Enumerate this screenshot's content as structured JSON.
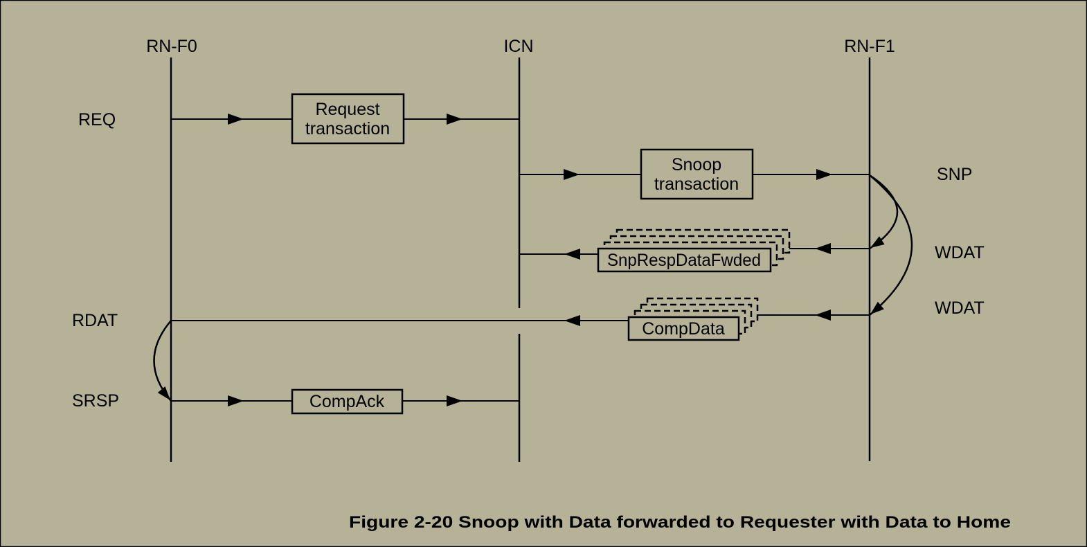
{
  "figure_caption": "Figure 2-20 Snoop with Data forwarded to Requester with Data to Home",
  "colors": {
    "background": "#b6b297",
    "line": "#000000",
    "text": "#000000"
  },
  "lifelines": [
    "RN-F0",
    "ICN",
    "RN-F1"
  ],
  "left_channel_labels": [
    "REQ",
    "RDAT",
    "SRSP"
  ],
  "right_channel_labels": [
    "SNP",
    "WDAT",
    "WDAT"
  ],
  "message_boxes": {
    "request": {
      "line1": "Request",
      "line2": "transaction"
    },
    "snoop": {
      "line1": "Snoop",
      "line2": "transaction"
    },
    "snpresp": {
      "label": "SnpRespDataFwded"
    },
    "compdata": {
      "label": "CompData"
    },
    "compack": {
      "label": "CompAck"
    }
  }
}
